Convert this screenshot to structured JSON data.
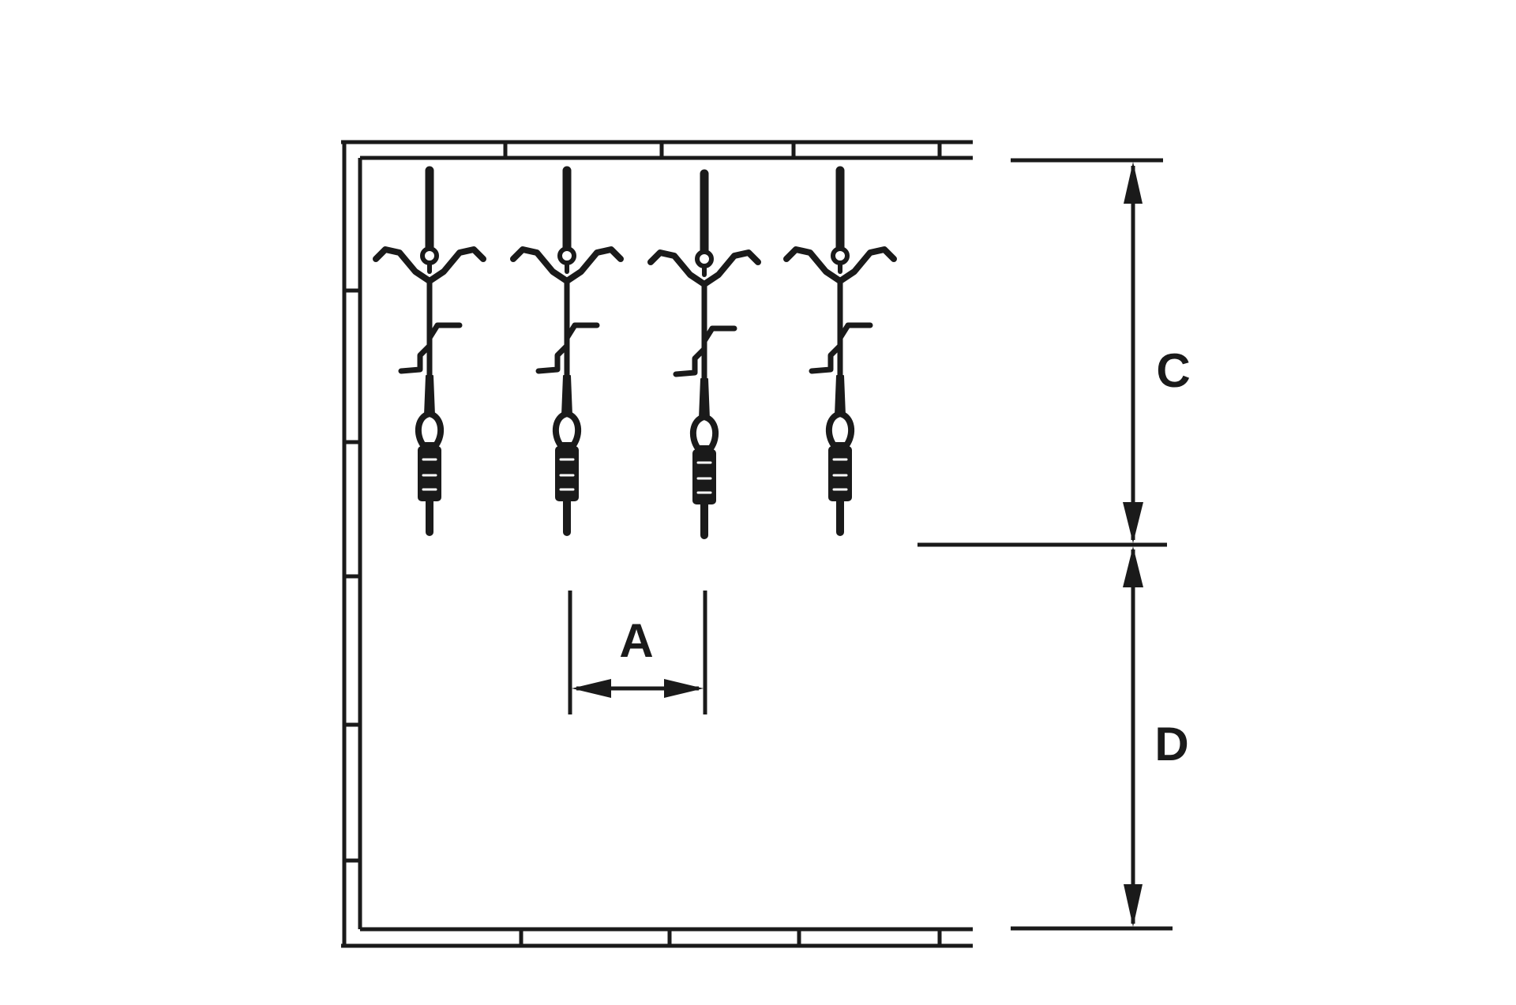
{
  "labels": {
    "a": "A",
    "c": "C",
    "d": "D"
  },
  "bicycles": {
    "count": 4
  },
  "colors": {
    "ink": "#1a1a1a",
    "background": "#ffffff"
  }
}
